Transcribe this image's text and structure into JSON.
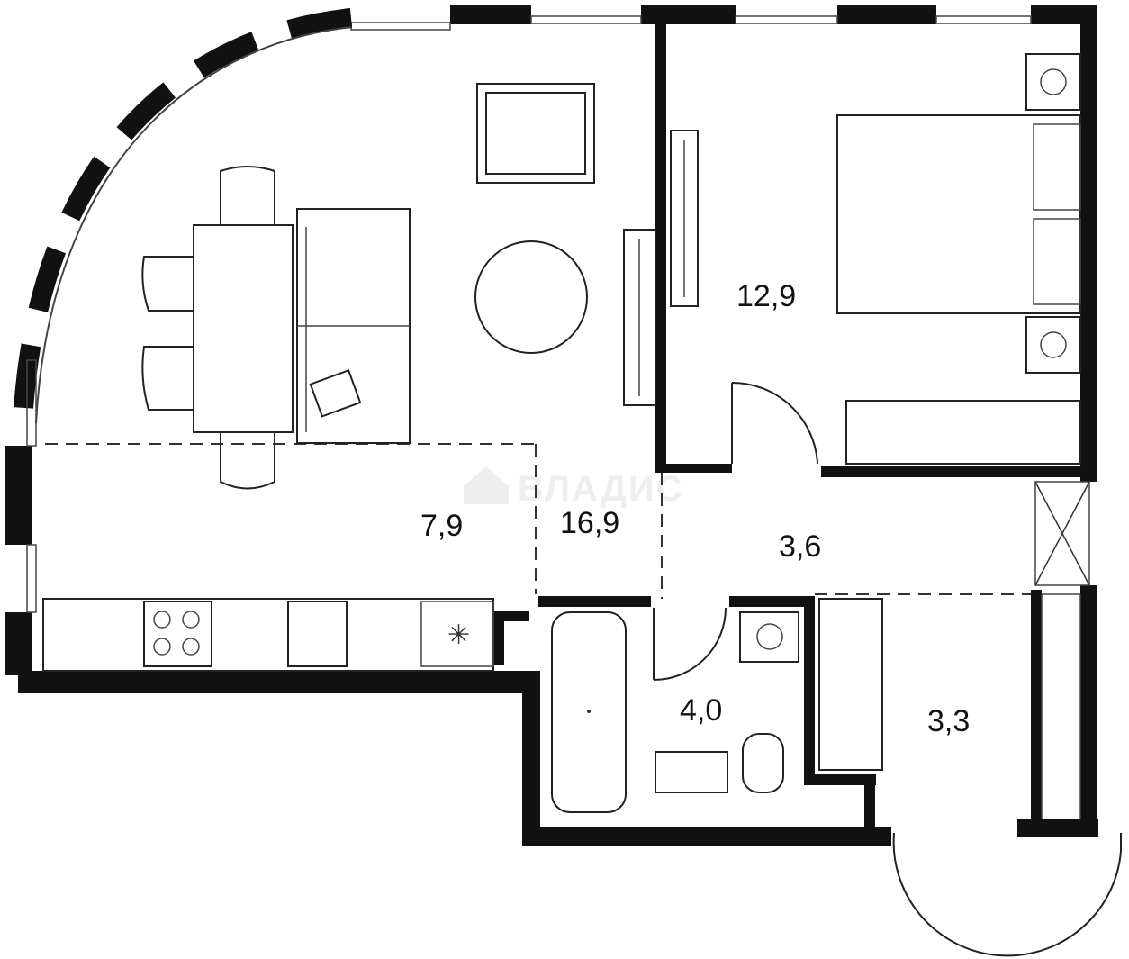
{
  "plan": {
    "watermark": "ВЛАДИС",
    "rooms": [
      {
        "id": "kitchen",
        "area": "7,9"
      },
      {
        "id": "living-room",
        "area": "16,9"
      },
      {
        "id": "bedroom",
        "area": "12,9"
      },
      {
        "id": "hallway",
        "area": "3,6"
      },
      {
        "id": "bathroom",
        "area": "4,0"
      },
      {
        "id": "balcony-storage",
        "area": "3,3"
      }
    ]
  },
  "colors": {
    "wall": "#111111",
    "line": "#222222",
    "watermark": "#eeeeee"
  }
}
